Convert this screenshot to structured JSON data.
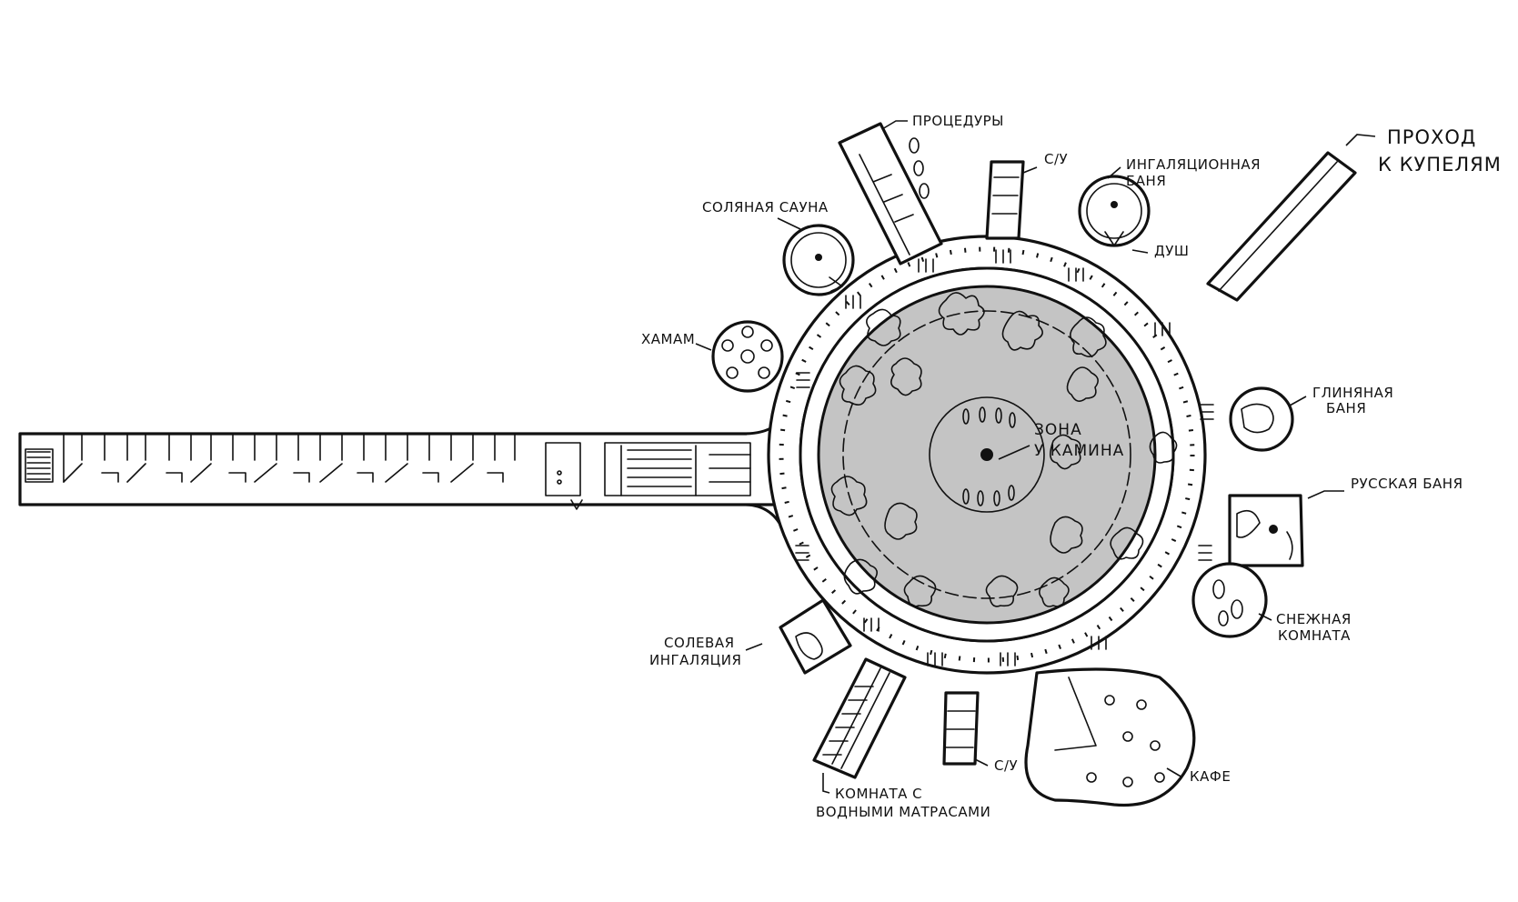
{
  "labels": {
    "procedures": "ПРОЦЕДУРЫ",
    "wc_top": "С/У",
    "inhalation_bath_1": "ИНГАЛЯЦИОННАЯ",
    "inhalation_bath_2": "БАНЯ",
    "passage_1": "ПРОХОД",
    "passage_2": "К КУПЕЛЯМ",
    "salt_sauna": "СОЛЯНАЯ САУНА",
    "shower": "ДУШ",
    "hammam": "ХАМАМ",
    "clay_bath_1": "ГЛИНЯНАЯ",
    "clay_bath_2": "БАНЯ",
    "fireplace_zone_1": "ЗОНА",
    "fireplace_zone_2": "У КАМИНА",
    "russian_bath": "РУССКАЯ БАНЯ",
    "snow_room_1": "СНЕЖНАЯ",
    "snow_room_2": "КОМНАТА",
    "salt_inhalation_1": "СОЛЕВАЯ",
    "salt_inhalation_2": "ИНГАЛЯЦИЯ",
    "wc_bottom": "С/У",
    "cafe": "КАФЕ",
    "waterbed_room_1": "КОМНАТА С",
    "waterbed_room_2": "ВОДНЫМИ МАТРАСАМИ"
  },
  "colors": {
    "ink": "#111111",
    "courtyard_fill": "#c4c4c4",
    "background": "#ffffff"
  }
}
